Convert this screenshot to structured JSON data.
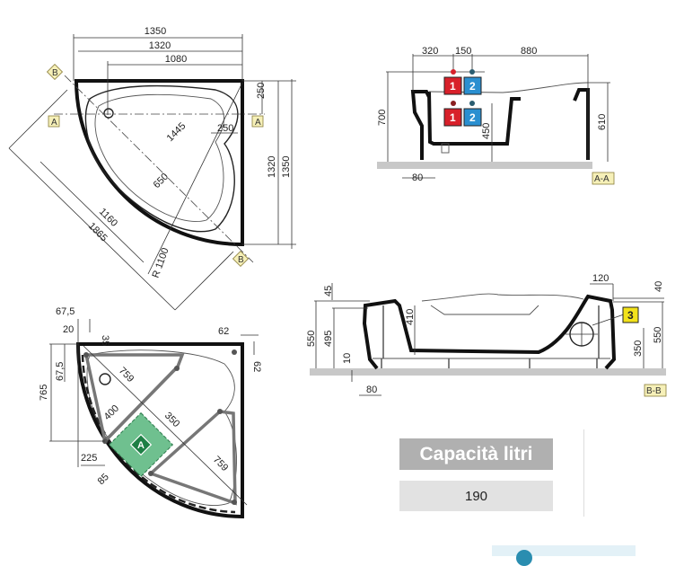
{
  "plan_top": {
    "dims": {
      "width_outer": "1350",
      "width_inner": "1320",
      "width_1080": "1080",
      "right_250": "250",
      "height_inner": "1320",
      "height_outer": "1350",
      "offset_250": "250",
      "d1445": "1445",
      "d650": "650",
      "d1160": "1160",
      "d1865": "1865",
      "radius": "R 1100"
    },
    "section_labels": {
      "a": "A",
      "b": "B"
    }
  },
  "plan_bottom": {
    "dims": {
      "d67_5_top": "67,5",
      "d20": "20",
      "d35": "35",
      "d62_top": "62",
      "d62_side": "62",
      "d67_5_side": "67,5",
      "d765": "765",
      "d759_a": "759",
      "d759_b": "759",
      "d400": "400",
      "d350": "350",
      "d225": "225",
      "d85": "85"
    },
    "access_zone_label": "A",
    "access_zone_color": "#6fc08f"
  },
  "section_aa": {
    "dims": {
      "d320": "320",
      "d150": "150",
      "d880": "880",
      "d700": "700",
      "d610": "610",
      "d450": "450",
      "d80": "80"
    },
    "hot_label": "1",
    "cold_label": "2",
    "hot_color": "#d8202a",
    "cold_color": "#2a8fd0",
    "label": "A-A"
  },
  "section_bb": {
    "dims": {
      "d45": "45",
      "d550_left": "550",
      "d495": "495",
      "d410": "410",
      "d10": "10",
      "d80": "80",
      "d120": "120",
      "d40": "40",
      "d550_right": "550",
      "d350": "350"
    },
    "pump_label": "3",
    "label": "B-B"
  },
  "capacity": {
    "header": "Capacità litri",
    "value": "190"
  }
}
